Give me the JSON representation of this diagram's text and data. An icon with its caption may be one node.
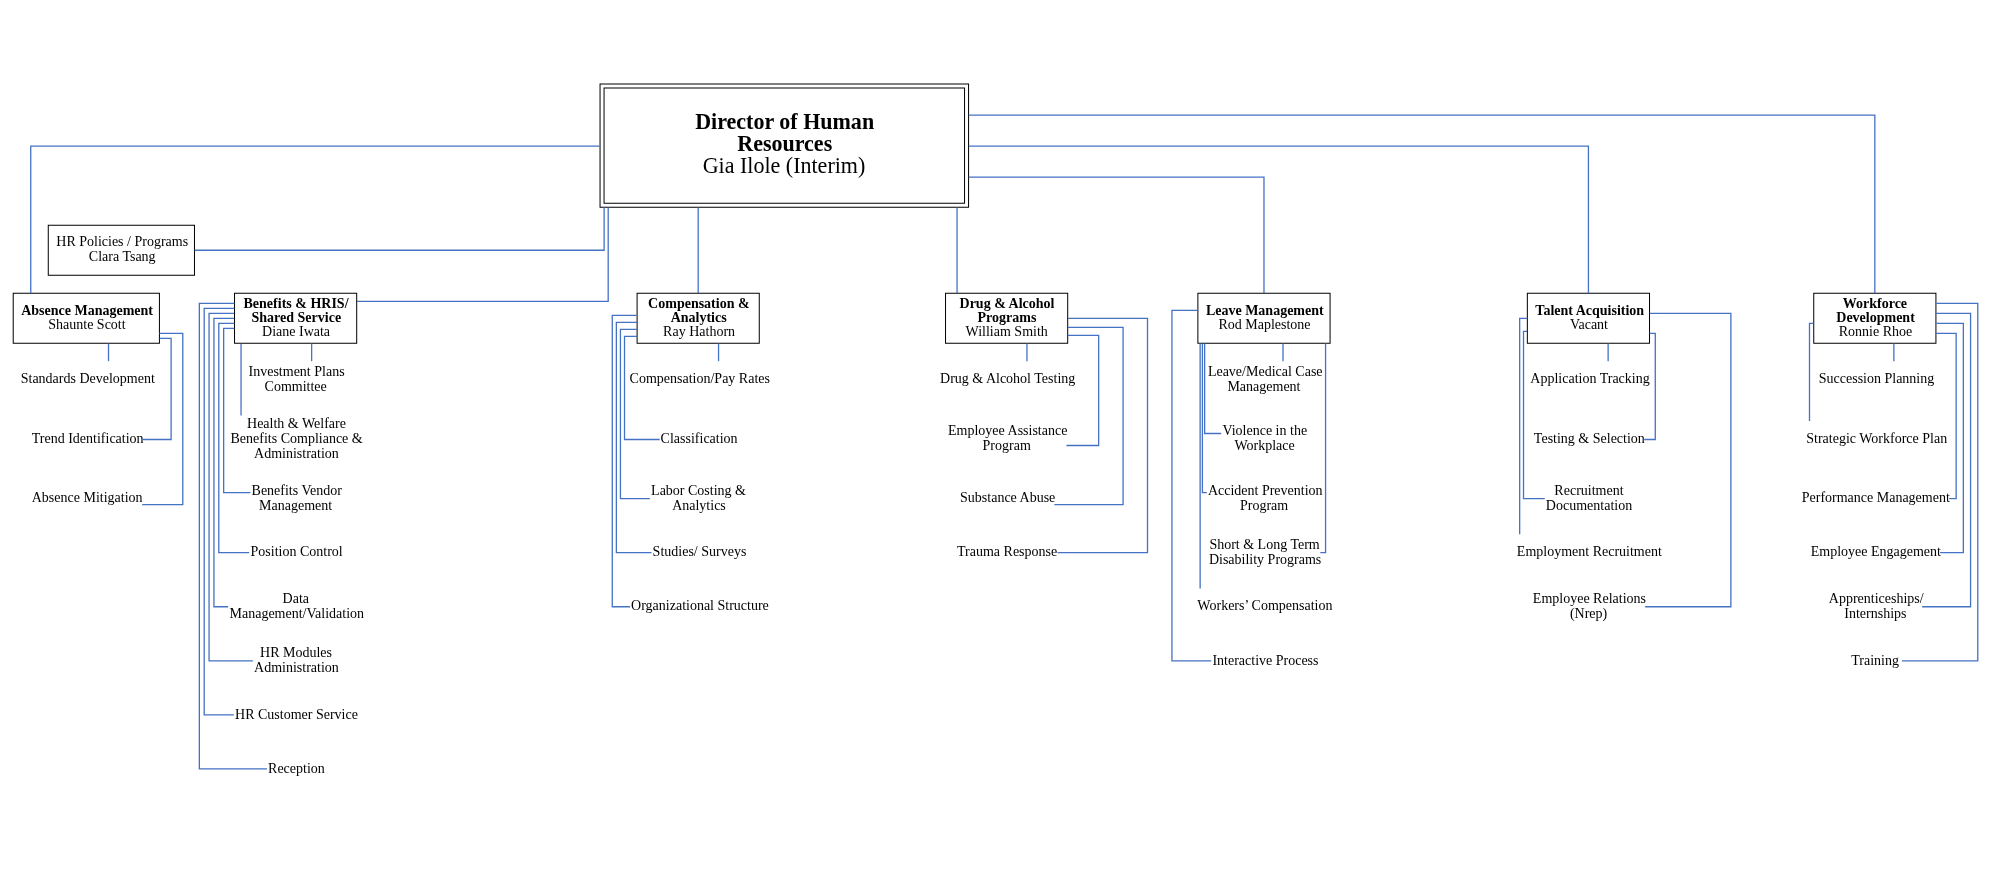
{
  "diagram": {
    "nodes": [
      {
        "text": [
          "Director of Human Resources",
          "Gia Ilole (Interim)"
        ]
      },
      {
        "text": [
          "HR Policies / Programs",
          "Clara Tsang"
        ]
      },
      {
        "text": [
          "Absence Management",
          "Shaunte Scott"
        ]
      },
      {
        "text": [
          "Benefits & HRIS/ Shared Service",
          "Diane Iwata"
        ]
      },
      {
        "text": [
          "Compensation & Analytics",
          "Ray Hathorn"
        ]
      },
      {
        "text": [
          "Drug & Alcohol Programs",
          "William Smith"
        ]
      },
      {
        "text": [
          "Leave Management",
          "Rod Maplestone"
        ]
      },
      {
        "text": [
          "Talent Acquisition",
          "Vacant"
        ]
      },
      {
        "text": [
          "Workforce Development",
          "Ronnie Rhoe"
        ]
      },
      {
        "text": [
          "Standards Development"
        ]
      },
      {
        "text": [
          "Trend Identification"
        ]
      },
      {
        "text": [
          "Absence Mitigation"
        ]
      },
      {
        "text": [
          "Investment Plans Committee"
        ]
      },
      {
        "text": [
          "Health & Welfare Benefits Compliance & Administration"
        ]
      },
      {
        "text": [
          "Benefits Vendor Management"
        ]
      },
      {
        "text": [
          "Position Control"
        ]
      },
      {
        "text": [
          "Data Management/Validation"
        ]
      },
      {
        "text": [
          "HR Modules Administration"
        ]
      },
      {
        "text": [
          "HR Customer Service"
        ]
      },
      {
        "text": [
          "Reception"
        ]
      },
      {
        "text": [
          "Compensation/Pay Rates"
        ]
      },
      {
        "text": [
          "Classification"
        ]
      },
      {
        "text": [
          "Labor Costing & Analytics"
        ]
      },
      {
        "text": [
          "Studies/ Surveys"
        ]
      },
      {
        "text": [
          "Organizational Structure"
        ]
      },
      {
        "text": [
          "Drug & Alcohol Testing"
        ]
      },
      {
        "text": [
          "Employee Assistance Program"
        ]
      },
      {
        "text": [
          "Substance Abuse"
        ]
      },
      {
        "text": [
          "Trauma Response"
        ]
      },
      {
        "text": [
          "Leave/Medical Case Management"
        ]
      },
      {
        "text": [
          "Violence in the Workplace"
        ]
      },
      {
        "text": [
          "Accident Prevention Program"
        ]
      },
      {
        "text": [
          "Short & Long Term Disability Programs"
        ]
      },
      {
        "text": [
          "Workers’ Compensation"
        ]
      },
      {
        "text": [
          "Interactive Process"
        ]
      },
      {
        "text": [
          "Application Tracking"
        ]
      },
      {
        "text": [
          "Testing & Selection"
        ]
      },
      {
        "text": [
          "Recruitment Documentation"
        ]
      },
      {
        "text": [
          "Employment Recruitment"
        ]
      },
      {
        "text": [
          "Employee Relations (Nrep)"
        ]
      },
      {
        "text": [
          "Succession Planning"
        ]
      },
      {
        "text": [
          "Strategic Workforce Plan"
        ]
      },
      {
        "text": [
          "Performance Management"
        ]
      },
      {
        "text": [
          "Employee Engagement"
        ]
      },
      {
        "text": [
          "Apprenticeships/ Internships"
        ]
      },
      {
        "text": [
          "Training"
        ]
      }
    ],
    "edges": [
      {
        "from": 0,
        "to": 1,
        "arrow": "none"
      },
      {
        "from": 0,
        "to": 2,
        "arrow": "none"
      },
      {
        "from": 0,
        "to": 3,
        "arrow": "none"
      },
      {
        "from": 0,
        "to": 4,
        "arrow": "none"
      },
      {
        "from": 0,
        "to": 5,
        "arrow": "none"
      },
      {
        "from": 0,
        "to": 6,
        "arrow": "none"
      },
      {
        "from": 0,
        "to": 7,
        "arrow": "none"
      },
      {
        "from": 0,
        "to": 8,
        "arrow": "none"
      },
      {
        "from": 2,
        "to": 9,
        "arrow": "none"
      },
      {
        "from": 2,
        "to": 10,
        "arrow": "none"
      },
      {
        "from": 2,
        "to": 11,
        "arrow": "none"
      },
      {
        "from": 3,
        "to": 12,
        "arrow": "none"
      },
      {
        "from": 3,
        "to": 13,
        "arrow": "none"
      },
      {
        "from": 3,
        "to": 14,
        "arrow": "none"
      },
      {
        "from": 3,
        "to": 15,
        "arrow": "none"
      },
      {
        "from": 3,
        "to": 16,
        "arrow": "none"
      },
      {
        "from": 3,
        "to": 17,
        "arrow": "none"
      },
      {
        "from": 3,
        "to": 18,
        "arrow": "none"
      },
      {
        "from": 3,
        "to": 19,
        "arrow": "none"
      },
      {
        "from": 4,
        "to": 20,
        "arrow": "none"
      },
      {
        "from": 4,
        "to": 21,
        "arrow": "none"
      },
      {
        "from": 4,
        "to": 22,
        "arrow": "none"
      },
      {
        "from": 4,
        "to": 23,
        "arrow": "none"
      },
      {
        "from": 4,
        "to": 24,
        "arrow": "none"
      },
      {
        "from": 5,
        "to": 25,
        "arrow": "none"
      },
      {
        "from": 5,
        "to": 26,
        "arrow": "none"
      },
      {
        "from": 5,
        "to": 27,
        "arrow": "none"
      },
      {
        "from": 5,
        "to": 28,
        "arrow": "none"
      },
      {
        "from": 6,
        "to": 29,
        "arrow": "none"
      },
      {
        "from": 6,
        "to": 30,
        "arrow": "none"
      },
      {
        "from": 6,
        "to": 31,
        "arrow": "none"
      },
      {
        "from": 6,
        "to": 32,
        "arrow": "none"
      },
      {
        "from": 6,
        "to": 33,
        "arrow": "none"
      },
      {
        "from": 6,
        "to": 34,
        "arrow": "none"
      },
      {
        "from": 7,
        "to": 35,
        "arrow": "none"
      },
      {
        "from": 7,
        "to": 36,
        "arrow": "none"
      },
      {
        "from": 7,
        "to": 37,
        "arrow": "none"
      },
      {
        "from": 7,
        "to": 38,
        "arrow": "none"
      },
      {
        "from": 7,
        "to": 39,
        "arrow": "none"
      },
      {
        "from": 8,
        "to": 40,
        "arrow": "none"
      },
      {
        "from": 8,
        "to": 41,
        "arrow": "none"
      },
      {
        "from": 8,
        "to": 42,
        "arrow": "none"
      },
      {
        "from": 8,
        "to": 43,
        "arrow": "none"
      },
      {
        "from": 8,
        "to": 44,
        "arrow": "none"
      },
      {
        "from": 8,
        "to": 45,
        "arrow": "none"
      }
    ]
  }
}
